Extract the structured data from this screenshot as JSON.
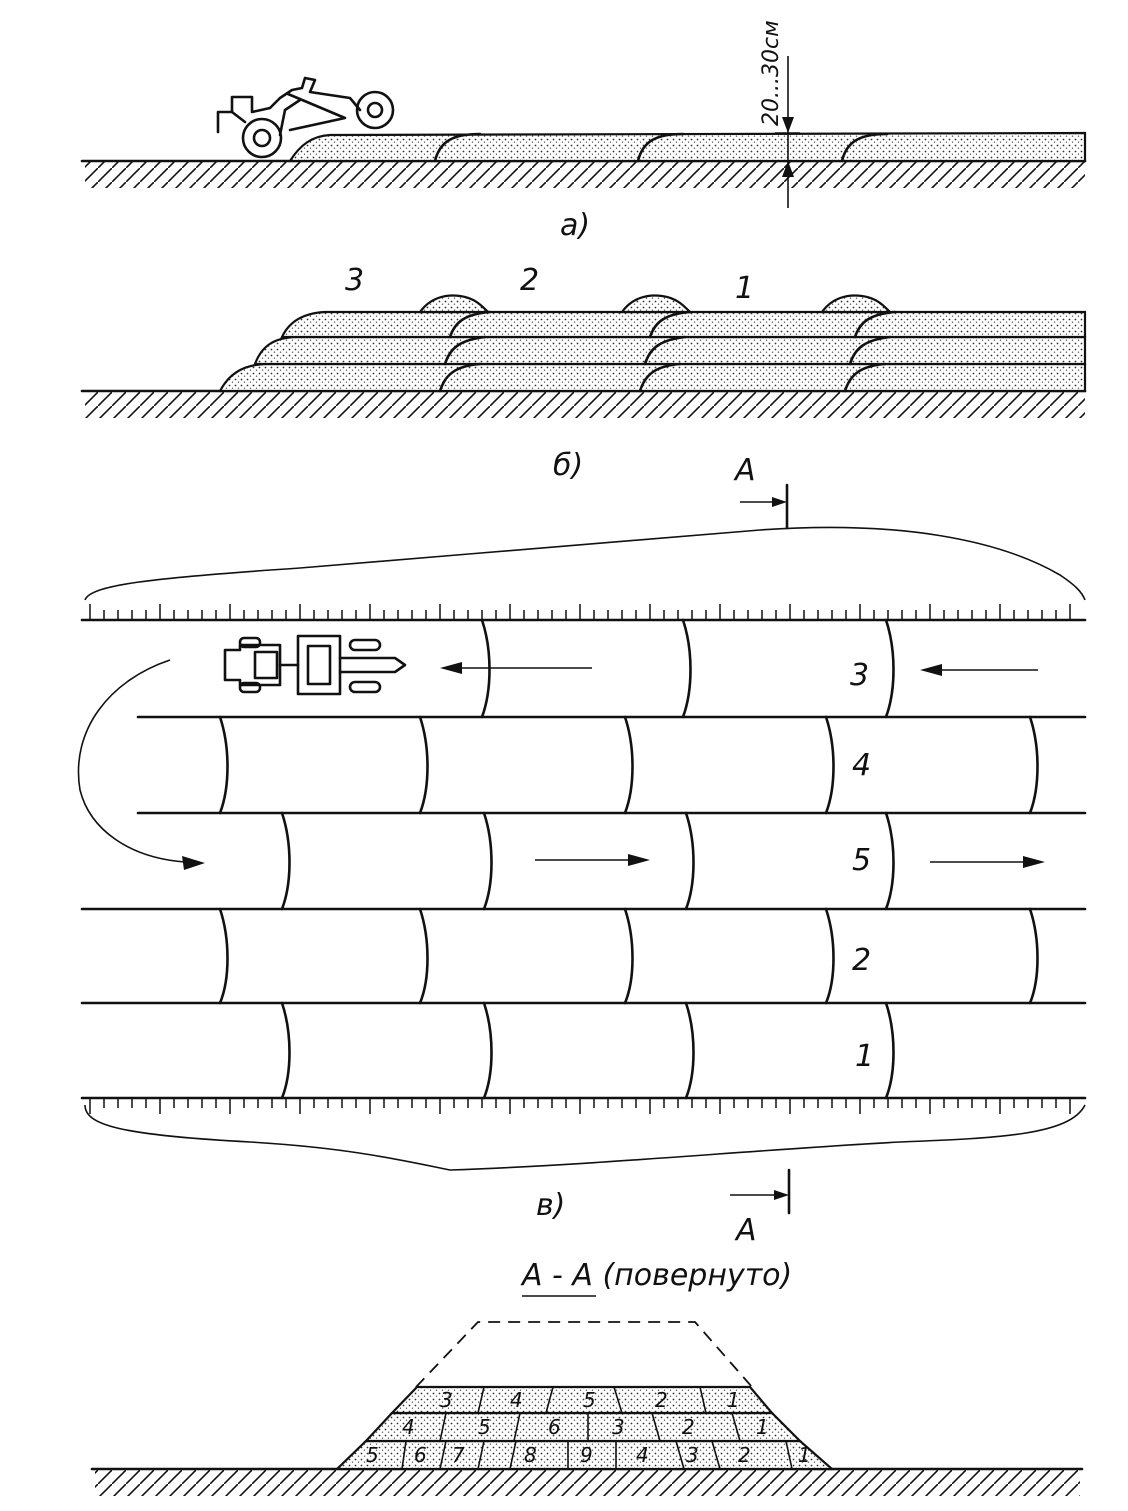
{
  "figure_a": {
    "label": "а)",
    "dimension": "20...30см"
  },
  "figure_b": {
    "label": "б)",
    "layer_numbers": [
      "3",
      "2",
      "1"
    ]
  },
  "figure_v": {
    "label": "в)",
    "section_mark": "A",
    "lane_numbers": [
      "3",
      "4",
      "5",
      "2",
      "1"
    ]
  },
  "section": {
    "title": "A - A (повернуто)",
    "row_top": [
      "3",
      "4",
      "5",
      "2",
      "1"
    ],
    "row_mid": [
      "4",
      "5",
      "6",
      "3",
      "2",
      "1"
    ],
    "row_bottom": [
      "5",
      "6",
      "7",
      "8",
      "9",
      "4",
      "3",
      "2",
      "1"
    ]
  }
}
